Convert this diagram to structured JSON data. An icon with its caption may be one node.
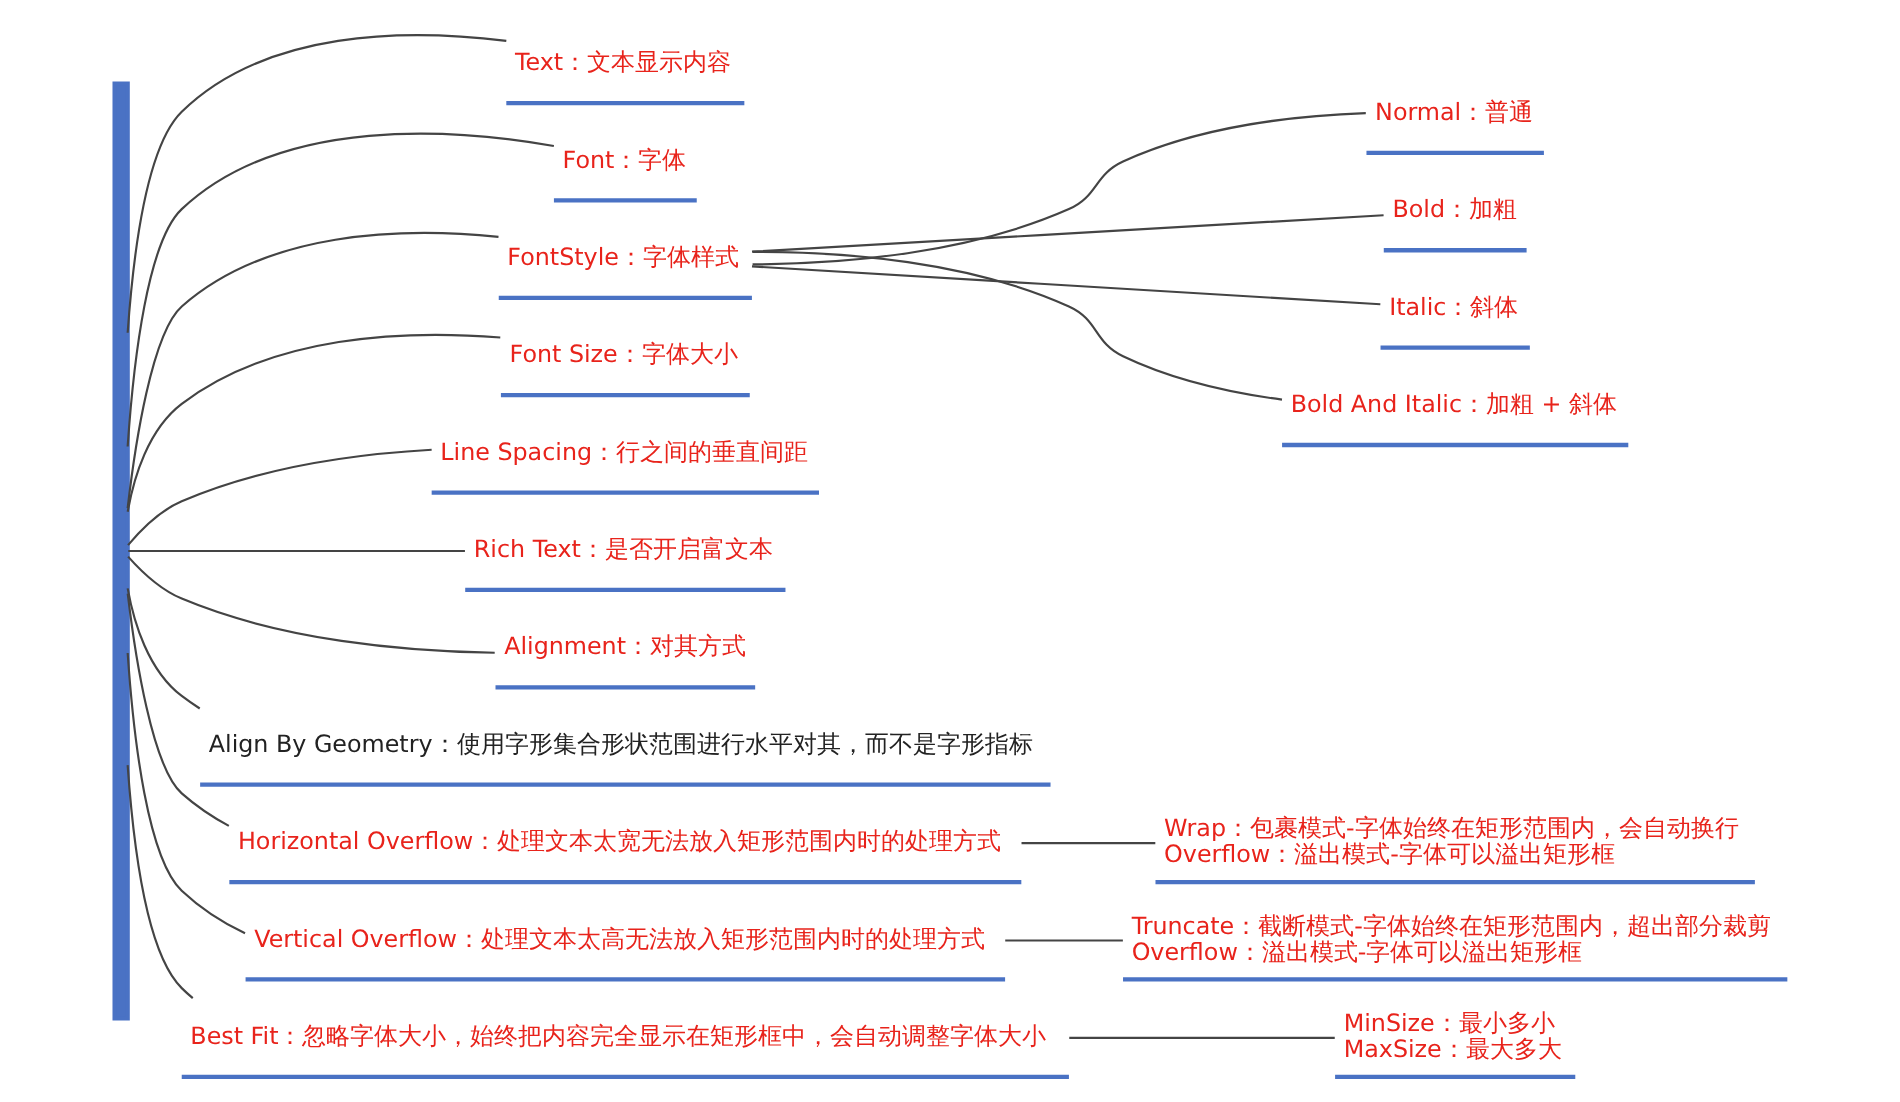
{
  "diagram": {
    "nodes": [
      {
        "text": [],
        "shape": "bar"
      },
      {
        "text": [
          "Text：文本显示内容"
        ]
      },
      {
        "text": [
          "Font：字体"
        ]
      },
      {
        "text": [
          "FontStyle：字体样式"
        ]
      },
      {
        "text": [
          "Normal：普通"
        ]
      },
      {
        "text": [
          "Bold：加粗"
        ]
      },
      {
        "text": [
          "Italic：斜体"
        ]
      },
      {
        "text": [
          "Bold And Italic：加粗 + 斜体"
        ]
      },
      {
        "text": [
          "Font Size：字体大小"
        ]
      },
      {
        "text": [
          "Line Spacing：行之间的垂直间距"
        ]
      },
      {
        "text": [
          "Rich Text：是否开启富文本"
        ]
      },
      {
        "text": [
          "Alignment：对其方式"
        ]
      },
      {
        "text": [
          "Align By Geometry：使用字形集合形状范围进行水平对其，而不是字形指标"
        ]
      },
      {
        "text": [
          "Horizontal Overflow：处理文本太宽无法放入矩形范围内时的处理方式"
        ]
      },
      {
        "text": [
          "Wrap：包裹模式-字体始终在矩形范围内，会自动换行",
          "Overflow：溢出模式-字体可以溢出矩形框"
        ]
      },
      {
        "text": [
          "Vertical Overflow：处理文本太高无法放入矩形范围内时的处理方式"
        ]
      },
      {
        "text": [
          "Truncate：截断模式-字体始终在矩形范围内，超出部分裁剪",
          "Overflow：溢出模式-字体可以溢出矩形框"
        ]
      },
      {
        "text": [
          "Best Fit：忽略字体大小，始终把内容完全显示在矩形框中，会自动调整字体大小"
        ]
      },
      {
        "text": [
          "MinSize：最小多小",
          "MaxSize：最大多大"
        ]
      }
    ],
    "edges": [
      {
        "from": 0,
        "to": 1,
        "arrow": "none"
      },
      {
        "from": 0,
        "to": 2,
        "arrow": "none"
      },
      {
        "from": 0,
        "to": 3,
        "arrow": "none"
      },
      {
        "from": 3,
        "to": 4,
        "arrow": "none"
      },
      {
        "from": 3,
        "to": 5,
        "arrow": "none"
      },
      {
        "from": 3,
        "to": 6,
        "arrow": "none"
      },
      {
        "from": 3,
        "to": 7,
        "arrow": "none"
      },
      {
        "from": 0,
        "to": 8,
        "arrow": "none"
      },
      {
        "from": 0,
        "to": 9,
        "arrow": "none"
      },
      {
        "from": 0,
        "to": 10,
        "arrow": "none"
      },
      {
        "from": 0,
        "to": 11,
        "arrow": "none"
      },
      {
        "from": 0,
        "to": 12,
        "arrow": "none"
      },
      {
        "from": 0,
        "to": 13,
        "arrow": "none"
      },
      {
        "from": 13,
        "to": 14,
        "arrow": "none"
      },
      {
        "from": 0,
        "to": 15,
        "arrow": "none"
      },
      {
        "from": 15,
        "to": 16,
        "arrow": "none"
      },
      {
        "from": 0,
        "to": 17,
        "arrow": "none"
      },
      {
        "from": 17,
        "to": 18,
        "arrow": "none"
      }
    ]
  }
}
